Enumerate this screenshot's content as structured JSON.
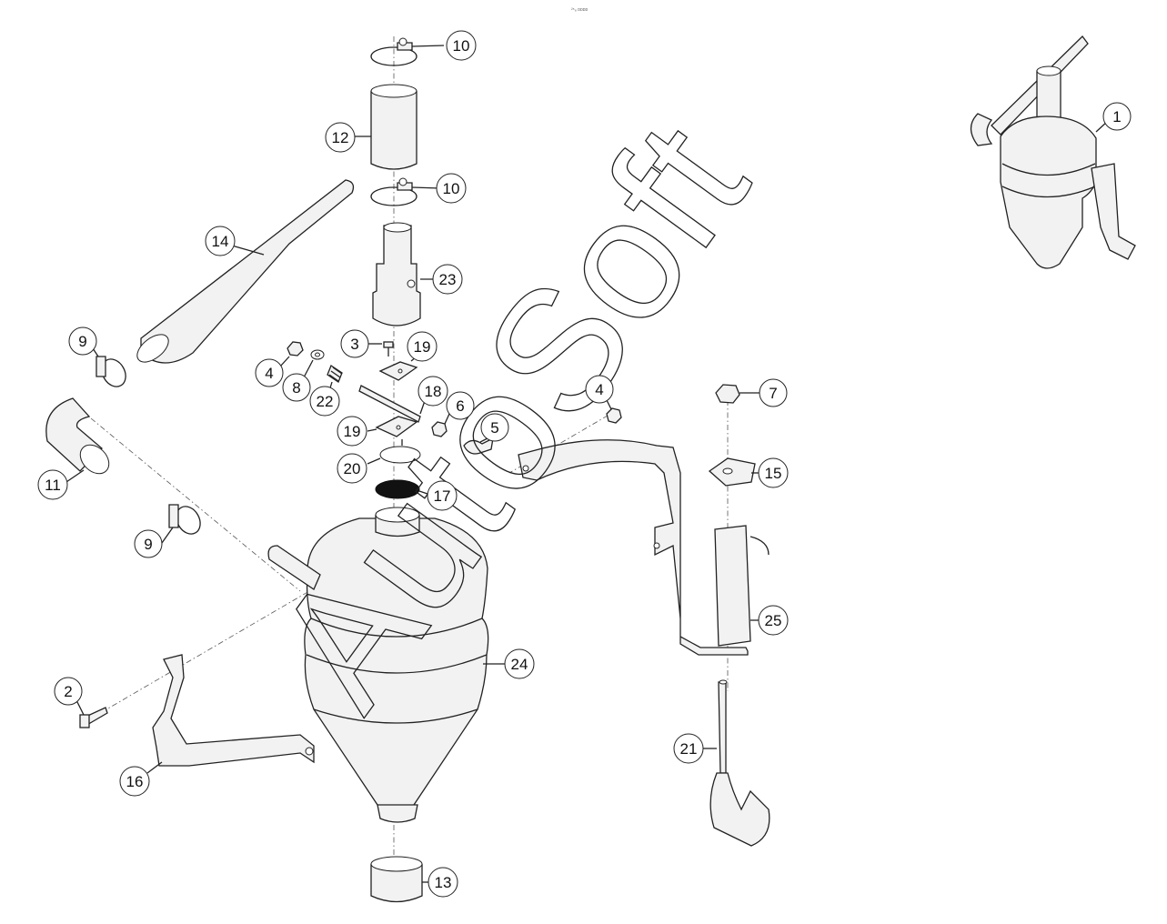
{
  "header": {
    "code": "²⁵₈ ᴅᴅᴅᴅ"
  },
  "watermark": {
    "text": "AutoSoft"
  },
  "callouts": {
    "c1": "1",
    "c2": "2",
    "c3": "3",
    "c4a": "4",
    "c4b": "4",
    "c5": "5",
    "c6": "6",
    "c7": "7",
    "c8": "8",
    "c9a": "9",
    "c9b": "9",
    "c10a": "10",
    "c10b": "10",
    "c11": "11",
    "c12": "12",
    "c13": "13",
    "c14": "14",
    "c15": "15",
    "c16": "16",
    "c17": "17",
    "c18": "18",
    "c19a": "19",
    "c19b": "19",
    "c20": "20",
    "c21": "21",
    "c22": "22",
    "c23": "23",
    "c24": "24",
    "c25": "25"
  },
  "colors": {
    "line": "#222222",
    "fill": "#f2f2f2",
    "gasket": "#111111"
  }
}
